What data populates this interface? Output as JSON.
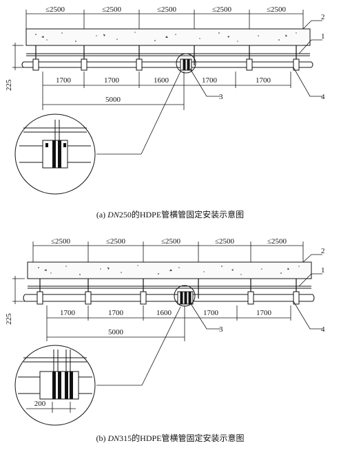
{
  "figures": [
    {
      "spacing_labels": [
        "≤2500",
        "≤2500",
        "≤2500",
        "≤2500",
        "≤2500"
      ],
      "segment_labels": [
        "1700",
        "1700",
        "1600",
        "1700",
        "1700"
      ],
      "total_label": "5000",
      "height_label": "225",
      "callouts": {
        "c1": "1",
        "c2": "2",
        "c3": "3",
        "c4": "4"
      },
      "detail_dimension": "",
      "caption": {
        "prefix": "(a) ",
        "italic": "DN",
        "rest": "250的HDPE管横管固定安装示意图"
      }
    },
    {
      "spacing_labels": [
        "≤2500",
        "≤2500",
        "≤2500",
        "≤2500",
        "≤2500"
      ],
      "segment_labels": [
        "1700",
        "1700",
        "1600",
        "1700",
        "1700"
      ],
      "total_label": "5000",
      "height_label": "225",
      "callouts": {
        "c1": "1",
        "c2": "2",
        "c3": "3",
        "c4": "4"
      },
      "detail_dimension": "200",
      "caption": {
        "prefix": "(b) ",
        "italic": "DN",
        "rest": "315的HDPE管横管固定安装示意图"
      }
    }
  ]
}
